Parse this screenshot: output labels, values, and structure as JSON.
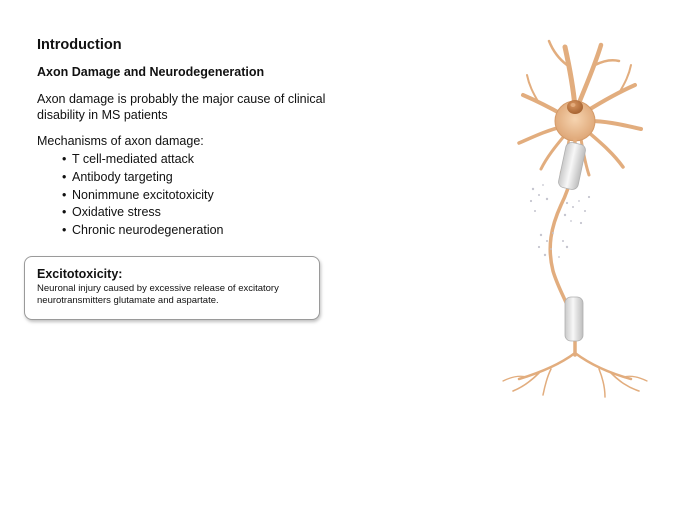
{
  "slide": {
    "title": "Introduction",
    "subtitle": "Axon Damage and Neurodegeneration",
    "paragraph": "Axon damage is probably the major cause of clinical disability in MS patients",
    "mechanisms_heading": "Mechanisms of axon damage:",
    "mechanisms": [
      "T cell-mediated attack",
      "Antibody targeting",
      "Nonimmune excitotoxicity",
      "Oxidative stress",
      "Chronic neurodegeneration"
    ],
    "definition": {
      "term": "Excitotoxicity:",
      "text": "Neuronal injury caused by excessive release of excitatory neurotransmitters glutamate and aspartate."
    }
  },
  "colors": {
    "neuron_fill": "#e8b98d",
    "neuron_stroke": "#c98e5c",
    "nucleus": "#b8733e",
    "myelin": "#e6e6e6",
    "debris": "#c8c8d0",
    "box_border": "#9a9a9a"
  },
  "illustration": {
    "icon": "neuron-illustration-icon"
  }
}
